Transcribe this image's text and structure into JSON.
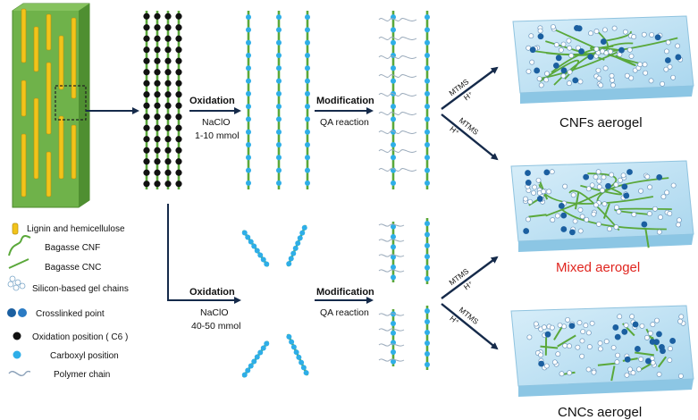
{
  "steps": {
    "top": {
      "oxidation_label": "Oxidation",
      "reagent": "NaClO",
      "amount": "1-10 mmol",
      "modification_label": "Modification",
      "reaction": "QA reaction"
    },
    "bottom": {
      "oxidation_label": "Oxidation",
      "reagent": "NaClO",
      "amount": "40-50 mmol",
      "modification_label": "Modification",
      "reaction": "QA reaction"
    }
  },
  "arrow_labels": {
    "reagent": "MTMS",
    "catalyst": "H⁺"
  },
  "aerogels": [
    {
      "label": "CNFs aerogel",
      "color": "#111111"
    },
    {
      "label": "Mixed aerogel",
      "color": "#e0251f"
    },
    {
      "label": "CNCs aerogel",
      "color": "#111111"
    }
  ],
  "legend": [
    {
      "icon": "lignin-icon",
      "label": "Lignin and hemicellulose"
    },
    {
      "icon": "cnf-icon",
      "label": "Bagasse CNF"
    },
    {
      "icon": "cnc-icon",
      "label": "Bagasse CNC"
    },
    {
      "icon": "gel-chain-icon",
      "label": "Silicon-based gel chains"
    },
    {
      "icon": "crosslink-icon",
      "label": "Crosslinked point"
    },
    {
      "icon": "oxidation-dot-icon",
      "label": "Oxidation position ( C6 )"
    },
    {
      "icon": "carboxyl-dot-icon",
      "label": "Carboxyl position"
    },
    {
      "icon": "polymer-chain-icon",
      "label": "Polymer chain"
    }
  ],
  "colors": {
    "fiber_green": "#5aa83a",
    "lignin_yellow": "#f2c31a",
    "carboxyl_blue": "#2eaee8",
    "oxidation_black": "#111111",
    "box_blue": "#bfe2f4",
    "node_dark": "#1b5fa0"
  }
}
